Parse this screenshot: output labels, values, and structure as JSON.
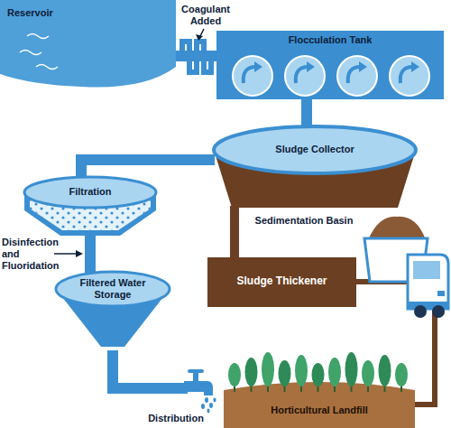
{
  "diagram": {
    "nodes": [
      {
        "text": [
          "Reservoir"
        ]
      },
      {
        "text": [
          "Flocculation Tank"
        ]
      },
      {
        "text": [
          "Sludge Collector",
          "Sedimentation Basin"
        ]
      },
      {
        "text": [
          "Filtration"
        ]
      },
      {
        "text": [
          "Filtered Water Storage"
        ]
      },
      {
        "text": [
          "Sludge Thickener"
        ]
      },
      {
        "text": [
          "Horticultural Landfill"
        ]
      }
    ],
    "edges": [
      {
        "from": 0,
        "to": 1,
        "arrow": "none"
      },
      {
        "from": 1,
        "to": 2,
        "arrow": "none"
      },
      {
        "from": 2,
        "to": 3,
        "arrow": "none"
      },
      {
        "from": 3,
        "to": 4,
        "arrow": "none"
      },
      {
        "from": 2,
        "to": 5,
        "arrow": "none"
      },
      {
        "from": 5,
        "to": 6,
        "arrow": "none"
      }
    ],
    "labels": [
      "Coagulant Added",
      "Disinfection and Fluoridation",
      "Distribution"
    ]
  }
}
